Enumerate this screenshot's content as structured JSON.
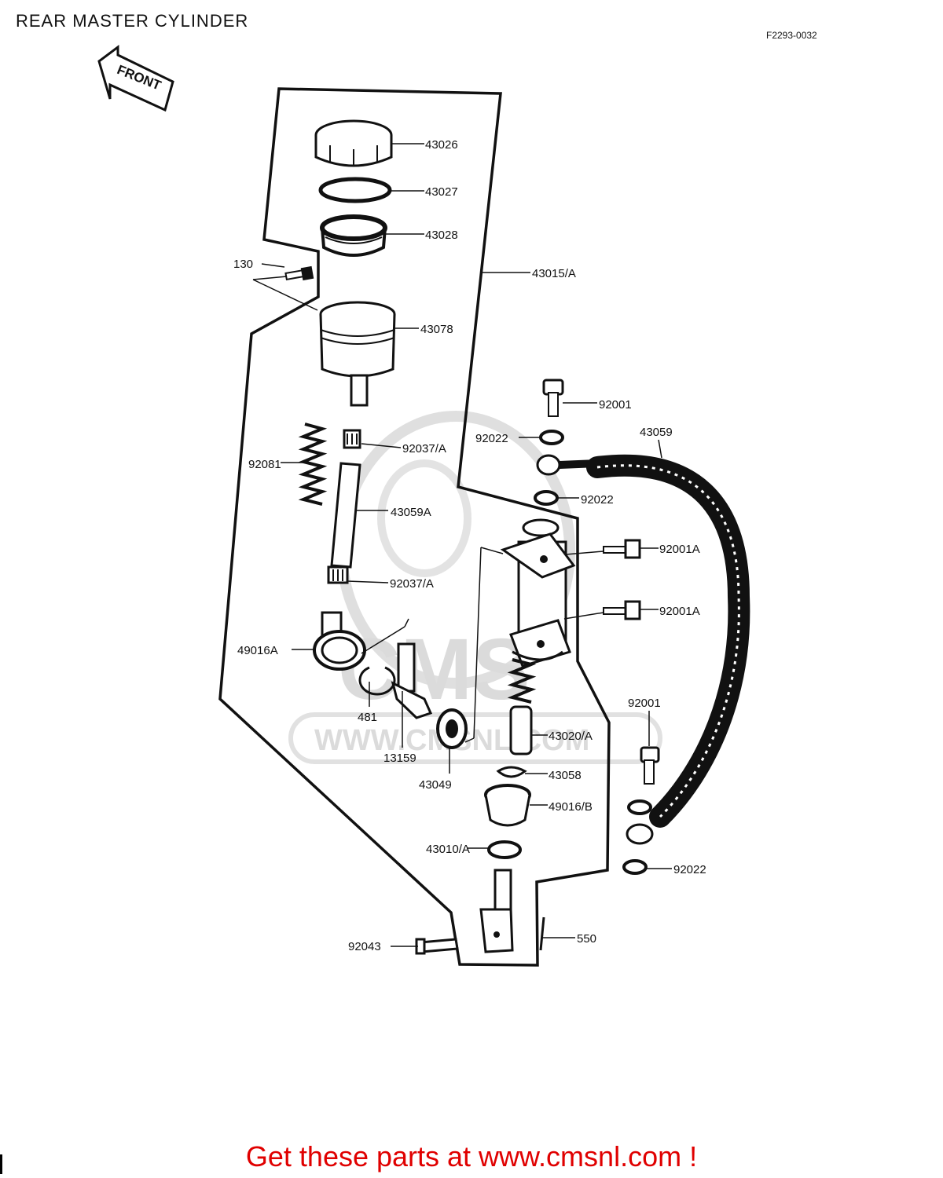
{
  "title": "REAR MASTER CYLINDER",
  "figure_code": "F2293-0032",
  "front_arrow": {
    "label": "FRONT",
    "icon": "front-arrow-icon"
  },
  "watermark": {
    "logo": "CMS",
    "url": "WWW.CMSNL.COM"
  },
  "parts": {
    "p43026": "43026",
    "p43027": "43027",
    "p43028": "43028",
    "p130": "130",
    "p43015A": "43015/A",
    "p43078": "43078",
    "p92001_top": "92001",
    "p92022_a": "92022",
    "p43059": "43059",
    "p92081": "92081",
    "p92037A_top": "92037/A",
    "p92022_b": "92022",
    "p43059A": "43059A",
    "p92001A_top": "92001A",
    "p92037A_bot": "92037/A",
    "p92001A_bot": "92001A",
    "p49016A": "49016A",
    "p92001_right": "92001",
    "p481": "481",
    "p43020A": "43020/A",
    "p13159": "13159",
    "p43049": "43049",
    "p43058": "43058",
    "p49016B": "49016/B",
    "p43010A": "43010/A",
    "p92022_c": "92022",
    "p92043": "92043",
    "p550": "550"
  },
  "promo": "Get these parts at www.cmsnl.com !",
  "colors": {
    "promo": "#e00000",
    "line": "#111111",
    "watermark": "#d8d8d8"
  }
}
